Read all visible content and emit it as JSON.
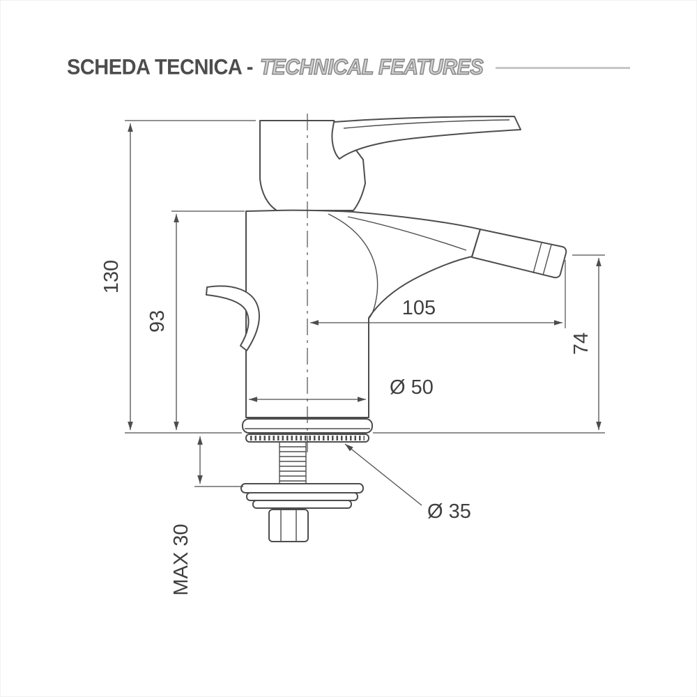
{
  "header": {
    "title_primary": "SCHEDA TECNICA -",
    "title_secondary": "TECHNICAL FEATURES"
  },
  "dimensions": {
    "total_height": "130",
    "body_height": "93",
    "spout_reach": "105",
    "spout_outlet_height": "74",
    "base_diameter": "Ø 50",
    "mounting_hole_diameter": "Ø 35",
    "max_mounting_thickness": "MAX 30"
  },
  "colors": {
    "line": "#4d4d4d",
    "text": "#3f3f3f",
    "rule": "#c6c6c6"
  }
}
